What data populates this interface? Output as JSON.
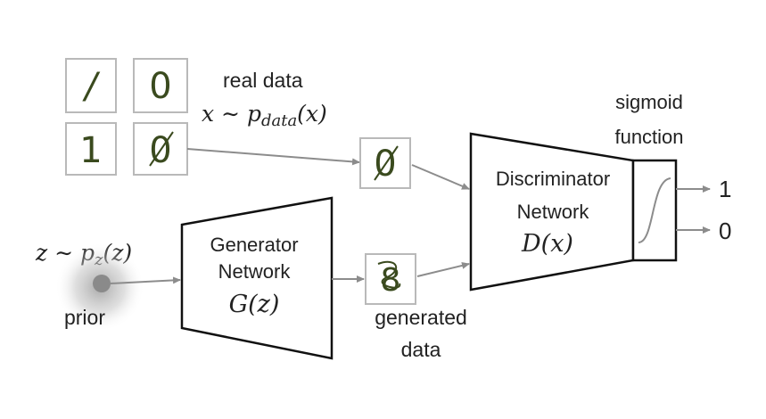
{
  "real_data": {
    "label": "real data",
    "formula": "x ∼ p",
    "formula_sub": "data",
    "formula_tail": "(x)",
    "digits": [
      "/",
      "0",
      "1",
      "0"
    ],
    "sample_digit": "0"
  },
  "prior": {
    "formula": "z ∼ p",
    "formula_sub": "z",
    "formula_tail": "(z)",
    "label": "prior"
  },
  "generator": {
    "line1": "Generator",
    "line2": "Network",
    "formula": "G(z)"
  },
  "generated": {
    "line1": "generated",
    "line2": "data",
    "sample_glyph": "8"
  },
  "discriminator": {
    "line1": "Discriminator",
    "line2": "Network",
    "formula": "D(x)"
  },
  "sigmoid": {
    "line1": "sigmoid",
    "line2": "function"
  },
  "outputs": {
    "one": "1",
    "zero": "0"
  },
  "colors": {
    "stroke": "#111111",
    "arrow": "#8c8c8c",
    "box_border": "#b9b9b9",
    "prior_dot": "#8a8a8a"
  }
}
